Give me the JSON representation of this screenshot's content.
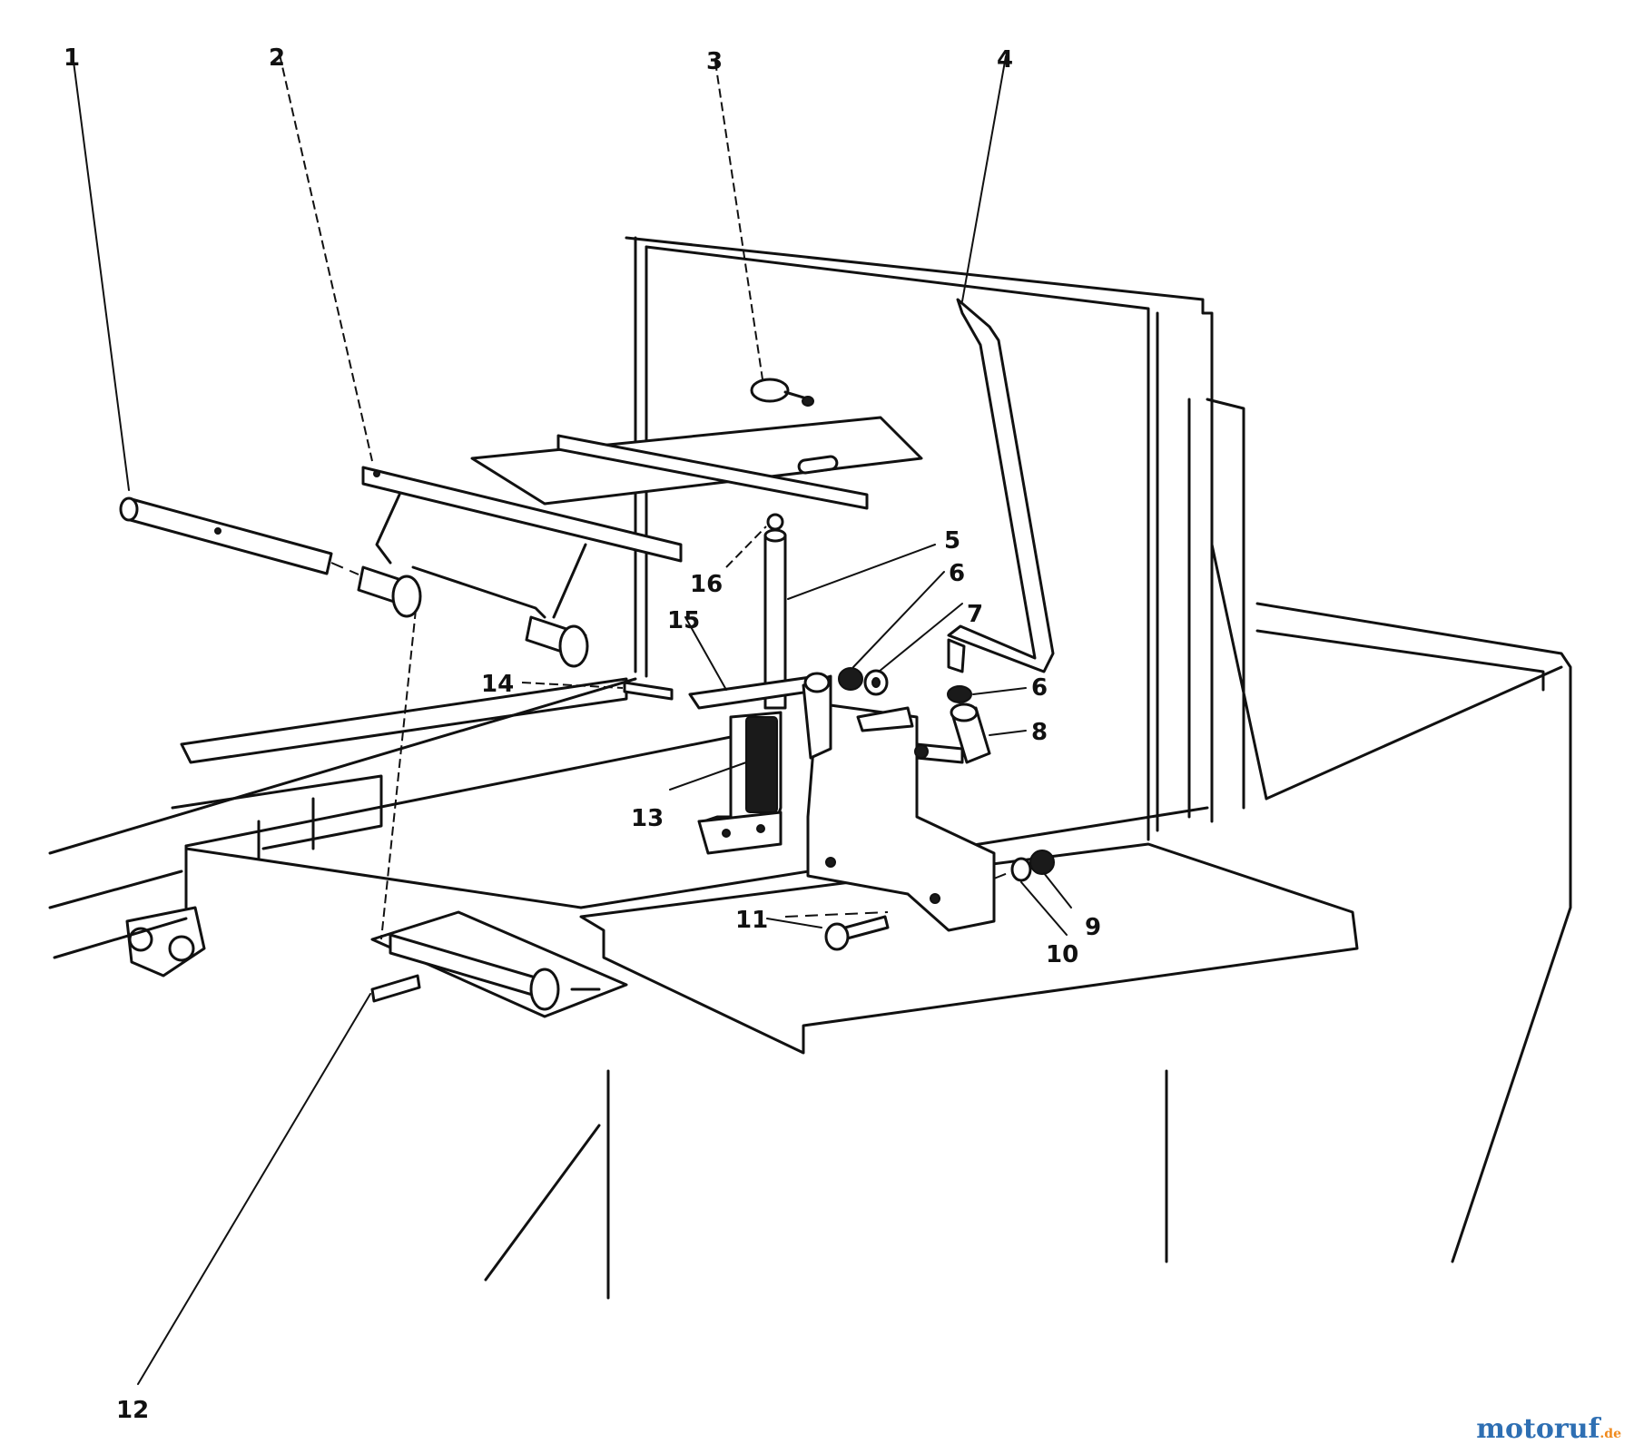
{
  "callouts": [
    {
      "id": "1",
      "label": "1"
    },
    {
      "id": "2",
      "label": "2"
    },
    {
      "id": "3",
      "label": "3"
    },
    {
      "id": "4",
      "label": "4"
    },
    {
      "id": "5",
      "label": "5"
    },
    {
      "id": "6a",
      "label": "6"
    },
    {
      "id": "6b",
      "label": "6"
    },
    {
      "id": "7",
      "label": "7"
    },
    {
      "id": "8",
      "label": "8"
    },
    {
      "id": "9",
      "label": "9"
    },
    {
      "id": "10",
      "label": "10"
    },
    {
      "id": "11",
      "label": "11"
    },
    {
      "id": "12",
      "label": "12"
    },
    {
      "id": "13",
      "label": "13"
    },
    {
      "id": "14",
      "label": "14"
    },
    {
      "id": "15",
      "label": "15"
    },
    {
      "id": "16",
      "label": "16"
    }
  ],
  "watermark": {
    "brand": "motoruf",
    "suffix": ".de"
  }
}
